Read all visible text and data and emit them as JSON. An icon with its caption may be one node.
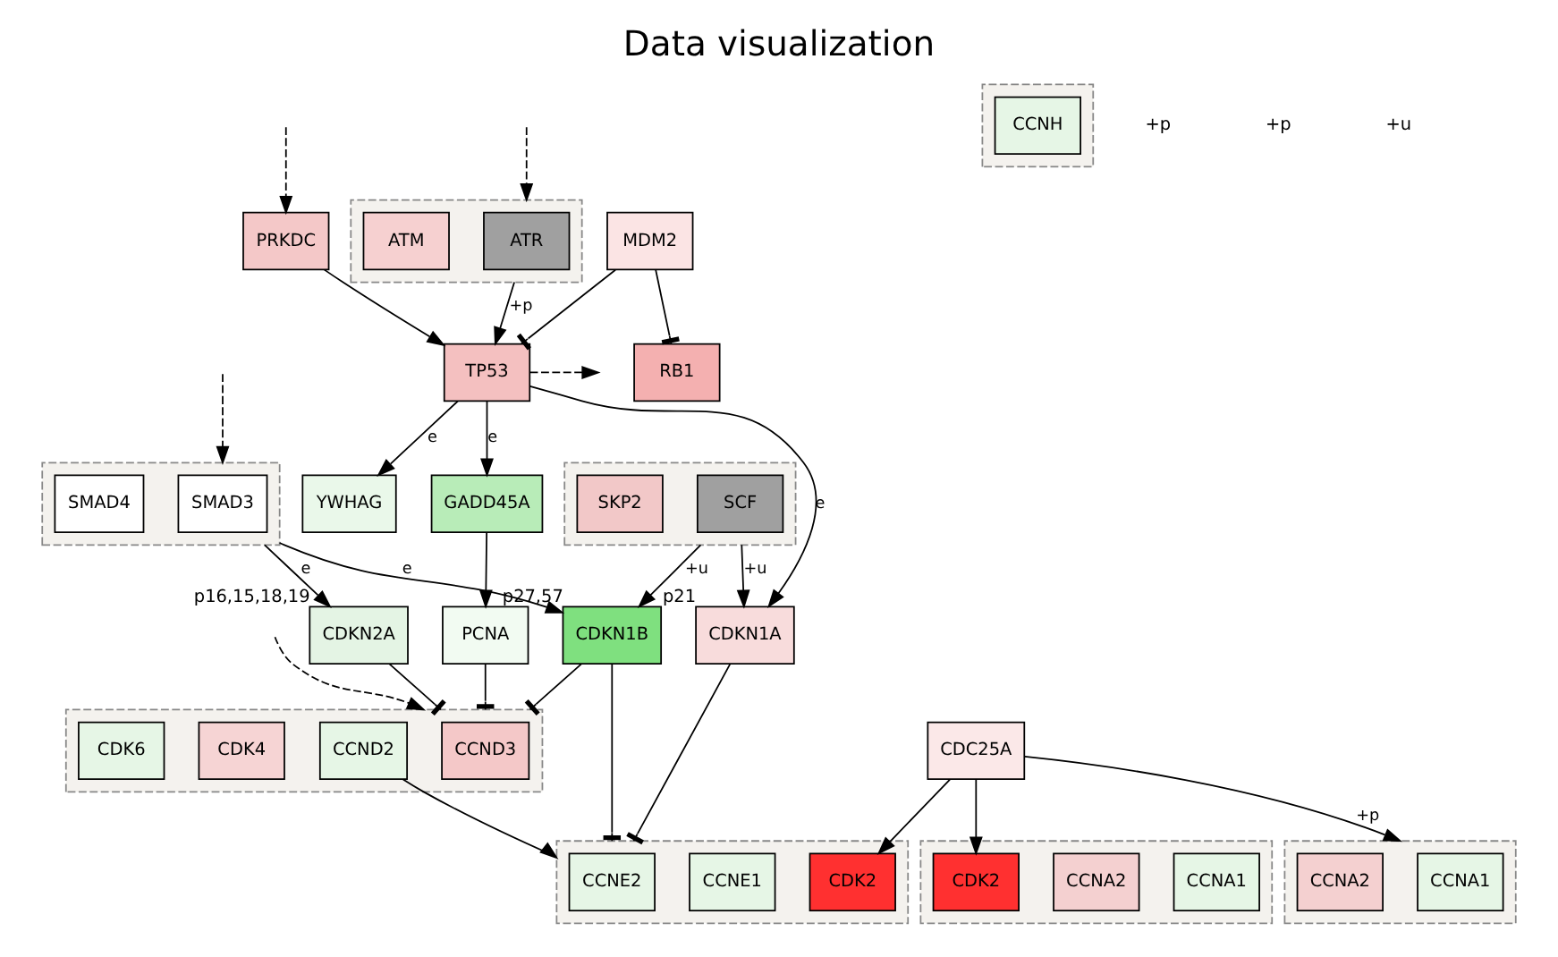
{
  "diagram": {
    "title": "Data visualization",
    "nodes": [
      {
        "text": [],
        "shape": "box"
      },
      {
        "text": [
          "SMAD3"
        ],
        "in": 0
      },
      {
        "text": [
          "SMAD4"
        ],
        "in": 0
      },
      {
        "text": [],
        "shape": "box"
      },
      {
        "text": [
          "SCF"
        ],
        "in": 3
      },
      {
        "text": [
          "SKP2"
        ],
        "in": 3
      },
      {
        "text": [
          "MDM2"
        ]
      },
      {
        "text": [
          "PRKDC"
        ]
      },
      {
        "text": [],
        "shape": "box"
      },
      {
        "text": [
          "ATR"
        ],
        "in": 8
      },
      {
        "text": [
          "ATM"
        ],
        "in": 8
      },
      {
        "text": [
          "RB1"
        ]
      },
      {
        "text": [
          "TP53"
        ]
      },
      {
        "text": [
          "CDKN2A"
        ],
        "beside": [
          "p16,15,18,19"
        ]
      },
      {
        "text": [
          "CDKN1B"
        ],
        "beside": [
          "p27,57"
        ]
      },
      {
        "text": [
          "CDKN1A"
        ],
        "beside": [
          "p21"
        ]
      },
      {
        "text": [
          "GADD45A"
        ]
      },
      {
        "text": [
          "YWHAG"
        ]
      },
      {
        "text": [
          "PCNA"
        ]
      },
      {
        "text": [
          "CDC25A"
        ]
      },
      {
        "text": [],
        "shape": "box"
      },
      {
        "text": [
          "CCND3"
        ],
        "in": 20
      },
      {
        "text": [
          "CCND2"
        ],
        "in": 20
      },
      {
        "text": [
          "CDK4"
        ],
        "in": 20
      },
      {
        "text": [
          "CDK6"
        ],
        "in": 20
      },
      {
        "text": [],
        "shape": "box"
      },
      {
        "text": [
          "CCNE2"
        ],
        "in": 25
      },
      {
        "text": [
          "CCNE1"
        ],
        "in": 25
      },
      {
        "text": [
          "CDK2"
        ],
        "in": 25
      },
      {
        "text": [],
        "shape": "box"
      },
      {
        "text": [
          "CCNA1"
        ],
        "in": 29
      },
      {
        "text": [
          "CCNA2"
        ],
        "in": 29
      },
      {
        "text": [
          "CDK2"
        ],
        "in": 29
      },
      {
        "text": [],
        "shape": "box"
      },
      {
        "text": [
          "CCNH"
        ],
        "in": 33
      },
      {
        "text": [],
        "shape": "box"
      },
      {
        "text": [
          "CCNA1"
        ],
        "in": 35
      },
      {
        "text": [
          "CCNA2"
        ],
        "in": 35
      }
    ],
    "edges": [
      {
        "from": null,
        "to": 0,
        "arrow": "to",
        "style": "dashed"
      },
      {
        "from": null,
        "to": 7,
        "arrow": "to",
        "style": "dashed"
      },
      {
        "from": null,
        "to": 8,
        "arrow": "to",
        "style": "dashed"
      },
      {
        "from": 0,
        "to": 13,
        "arrow": "to",
        "label": "e"
      },
      {
        "from": 0,
        "to": 14,
        "arrow": "to",
        "label": "e"
      },
      {
        "from": 3,
        "to": 14,
        "arrow": "to",
        "label": "+u"
      },
      {
        "from": 3,
        "to": 15,
        "arrow": "to",
        "label": "+u"
      },
      {
        "from": 6,
        "to": 11,
        "arrow": "other"
      },
      {
        "from": 6,
        "to": 12,
        "arrow": "other"
      },
      {
        "from": 7,
        "to": 12,
        "arrow": "to"
      },
      {
        "from": 8,
        "to": 12,
        "arrow": "to",
        "label": "+p"
      },
      {
        "from": 12,
        "to": null,
        "arrow": "to",
        "style": "dashed"
      },
      {
        "from": 12,
        "to": 15,
        "arrow": "to",
        "label": "e"
      },
      {
        "from": 12,
        "to": 16,
        "arrow": "to",
        "label": "e"
      },
      {
        "from": 12,
        "to": 17,
        "arrow": "to",
        "label": "e"
      },
      {
        "from": 16,
        "to": 18,
        "arrow": "to"
      },
      {
        "from": 13,
        "to": 20,
        "arrow": "other"
      },
      {
        "from": 14,
        "to": 20,
        "arrow": "other"
      },
      {
        "from": 18,
        "to": 20,
        "arrow": "other"
      },
      {
        "from": 14,
        "to": 25,
        "arrow": "other"
      },
      {
        "from": 15,
        "to": 25,
        "arrow": "other"
      },
      {
        "from": 22,
        "to": 25,
        "arrow": "to"
      },
      {
        "from": null,
        "to": 20,
        "arrow": "to",
        "style": "dashed"
      },
      {
        "from": 19,
        "to": 28,
        "arrow": "to"
      },
      {
        "from": 19,
        "to": 32,
        "arrow": "to"
      },
      {
        "from": 19,
        "to": 35,
        "arrow": "to",
        "label": "+p"
      }
    ],
    "labels": [
      "+p",
      "+p",
      "+u"
    ]
  }
}
